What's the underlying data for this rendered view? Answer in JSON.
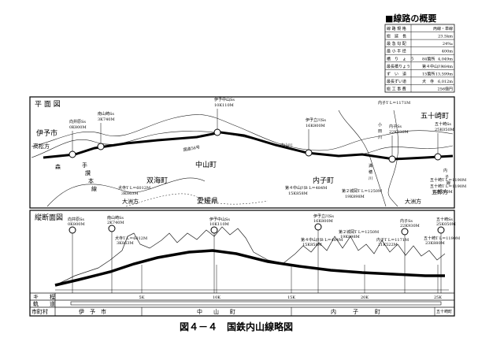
{
  "overview": {
    "title": "■線路の概要",
    "rows": [
      {
        "k": "線 路 規 格",
        "v1": "",
        "v2": "丙線・単線"
      },
      {
        "k": "総　延　長",
        "v1": "",
        "v2": "23.5km"
      },
      {
        "k": "最 急 勾 配",
        "v1": "",
        "v2": "24‰"
      },
      {
        "k": "最 小 半 径",
        "v1": "",
        "v2": "400m"
      },
      {
        "k": "橋　り　ょ　う",
        "v1": "84箇所",
        "v2": "4,049m"
      },
      {
        "k": "最長橋りょう",
        "v1": "第４中山川",
        "v2": "484m"
      },
      {
        "k": "ず　い　道",
        "v1": "15箇所",
        "v2": "13,599m"
      },
      {
        "k": "最長ずい道",
        "v1": "犬　寺",
        "v2": "6,012m"
      },
      {
        "k": "総 工 事 費",
        "v1": "",
        "v2": "256億円"
      }
    ]
  },
  "plan": {
    "label": "平 面 図",
    "places": {
      "iyoshi": "伊予市",
      "takamatsu": "高松方",
      "mori": "森",
      "teo": "手",
      "yamashita": "讃",
      "honsen": "本",
      "sen": "線",
      "ozu_left": "大洲方",
      "futami": "双海町",
      "nakayama": "中山町",
      "ehime": "愛媛県",
      "uchiko": "内子町",
      "ikazaki": "五十崎町",
      "ozu_right": "大洲方",
      "goro": "五郎方",
      "route56": "国道56号",
      "nakayamagawa": "中山川",
      "odagawa1": "小",
      "odagawa2": "田",
      "odagawa3": "川",
      "oda1": "満",
      "oda2": "穂",
      "oda3": "川",
      "uchikosen1": "内",
      "uchikosen2": "子",
      "uchikosen3": "線"
    },
    "stations": [
      {
        "name": "向井原Ss",
        "km": "0K800M"
      },
      {
        "name": "南山崎Ss",
        "km": "3K740M"
      },
      {
        "name": "伊予中山Ss",
        "km": "10K110M"
      },
      {
        "name": "伊予立川Ss",
        "km": "16K800M"
      },
      {
        "name": "内子Ss",
        "km": "22K930M"
      },
      {
        "name": "五十崎Ss",
        "km": "25K050M"
      }
    ],
    "tunnels": [
      {
        "name": "犬寺T L＝6012M",
        "km": "3K863M"
      },
      {
        "name": "第４中山川B L＝484M",
        "km": "15K858M"
      },
      {
        "name": "第２城岡T L＝1250M",
        "km": "19K898M"
      },
      {
        "name": "内子T L＝1171M",
        "km": ""
      },
      {
        "name": "五十崎T L＝1190M",
        "km": ""
      },
      {
        "name": "五十崎T L＝1190M",
        "km": "22K000M"
      }
    ]
  },
  "profile": {
    "label": "縦断面図",
    "stations": [
      {
        "name": "向井原Ss",
        "km": "0K800M"
      },
      {
        "name": "南山崎Ss",
        "km": "2K740M"
      },
      {
        "name": "犬寺T L＝6012M",
        "km": "3K863M"
      },
      {
        "name": "伊予中山Ss",
        "km": "10K110M"
      },
      {
        "name": "伊予立川Ss",
        "km": "16K800M"
      },
      {
        "name": "第４中山川B L＝484M",
        "km": "15K858M"
      },
      {
        "name": "第２城岡T L＝1250M",
        "km": "19K898M"
      },
      {
        "name": "内子T L＝1171M",
        "km": "21K522M"
      },
      {
        "name": "内子Ss",
        "km": "22K930M"
      },
      {
        "name": "五十崎T L＝1190M",
        "km": "23K880M"
      },
      {
        "name": "五十崎Ss",
        "km": "25K050M"
      }
    ],
    "km_ticks": [
      "5K",
      "10K",
      "15K",
      "20K",
      "25K"
    ],
    "rows": {
      "kitei": "キ　　程",
      "kido": "軌　　道",
      "city": "市町村"
    },
    "municipalities": {
      "iyo": "伊　予　市",
      "naka": "中　　山　　町",
      "uchi": "内　　　子　　　町",
      "ika": "五十崎町"
    }
  },
  "caption": "図４－４　国鉄内山線略図"
}
